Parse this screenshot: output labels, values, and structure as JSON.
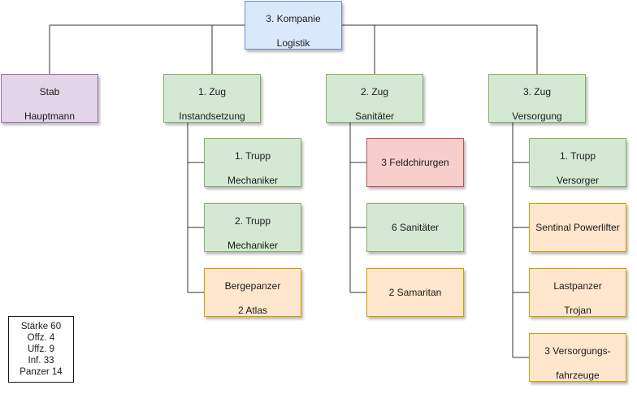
{
  "root": {
    "line1": "3. Kompanie",
    "line2": "Logistik"
  },
  "level1": {
    "stab": {
      "line1": "Stab",
      "line2": "Hauptmann"
    },
    "zug1": {
      "line1": "1. Zug",
      "line2": "Instandsetzung"
    },
    "zug2": {
      "line1": "2. Zug",
      "line2": "Sanitäter"
    },
    "zug3": {
      "line1": "3. Zug",
      "line2": "Versorgung"
    }
  },
  "zug1_units": [
    {
      "line1": "1. Trupp",
      "line2": "Mechaniker"
    },
    {
      "line1": "2. Trupp",
      "line2": "Mechaniker"
    },
    {
      "line1": "Bergepanzer",
      "line2": "2 Atlas"
    }
  ],
  "zug2_units": [
    {
      "line1": "3 Feldchirurgen"
    },
    {
      "line1": "6 Sanitäter"
    },
    {
      "line1": "2 Samaritan"
    }
  ],
  "zug3_units": [
    {
      "line1": "1. Trupp",
      "line2": "Versorger"
    },
    {
      "line1": "Sentinal Powerlifter"
    },
    {
      "line1": "Lastpanzer",
      "line2": "Trojan"
    },
    {
      "line1": "3 Versorgungs-",
      "line2": "fahrzeuge"
    }
  ],
  "stats": {
    "staerke": "Stärke 60",
    "offz": "Offz. 4",
    "uffz": "Uffz. 9",
    "inf": "Inf. 33",
    "panzer": "Panzer 14"
  },
  "colors": {
    "blue_fill": "#dae8fc",
    "green_fill": "#d5e8d4",
    "purple_fill": "#e1d5e7",
    "red_fill": "#f8cecc",
    "orange_fill": "#ffe6cc",
    "connector": "#333333"
  }
}
